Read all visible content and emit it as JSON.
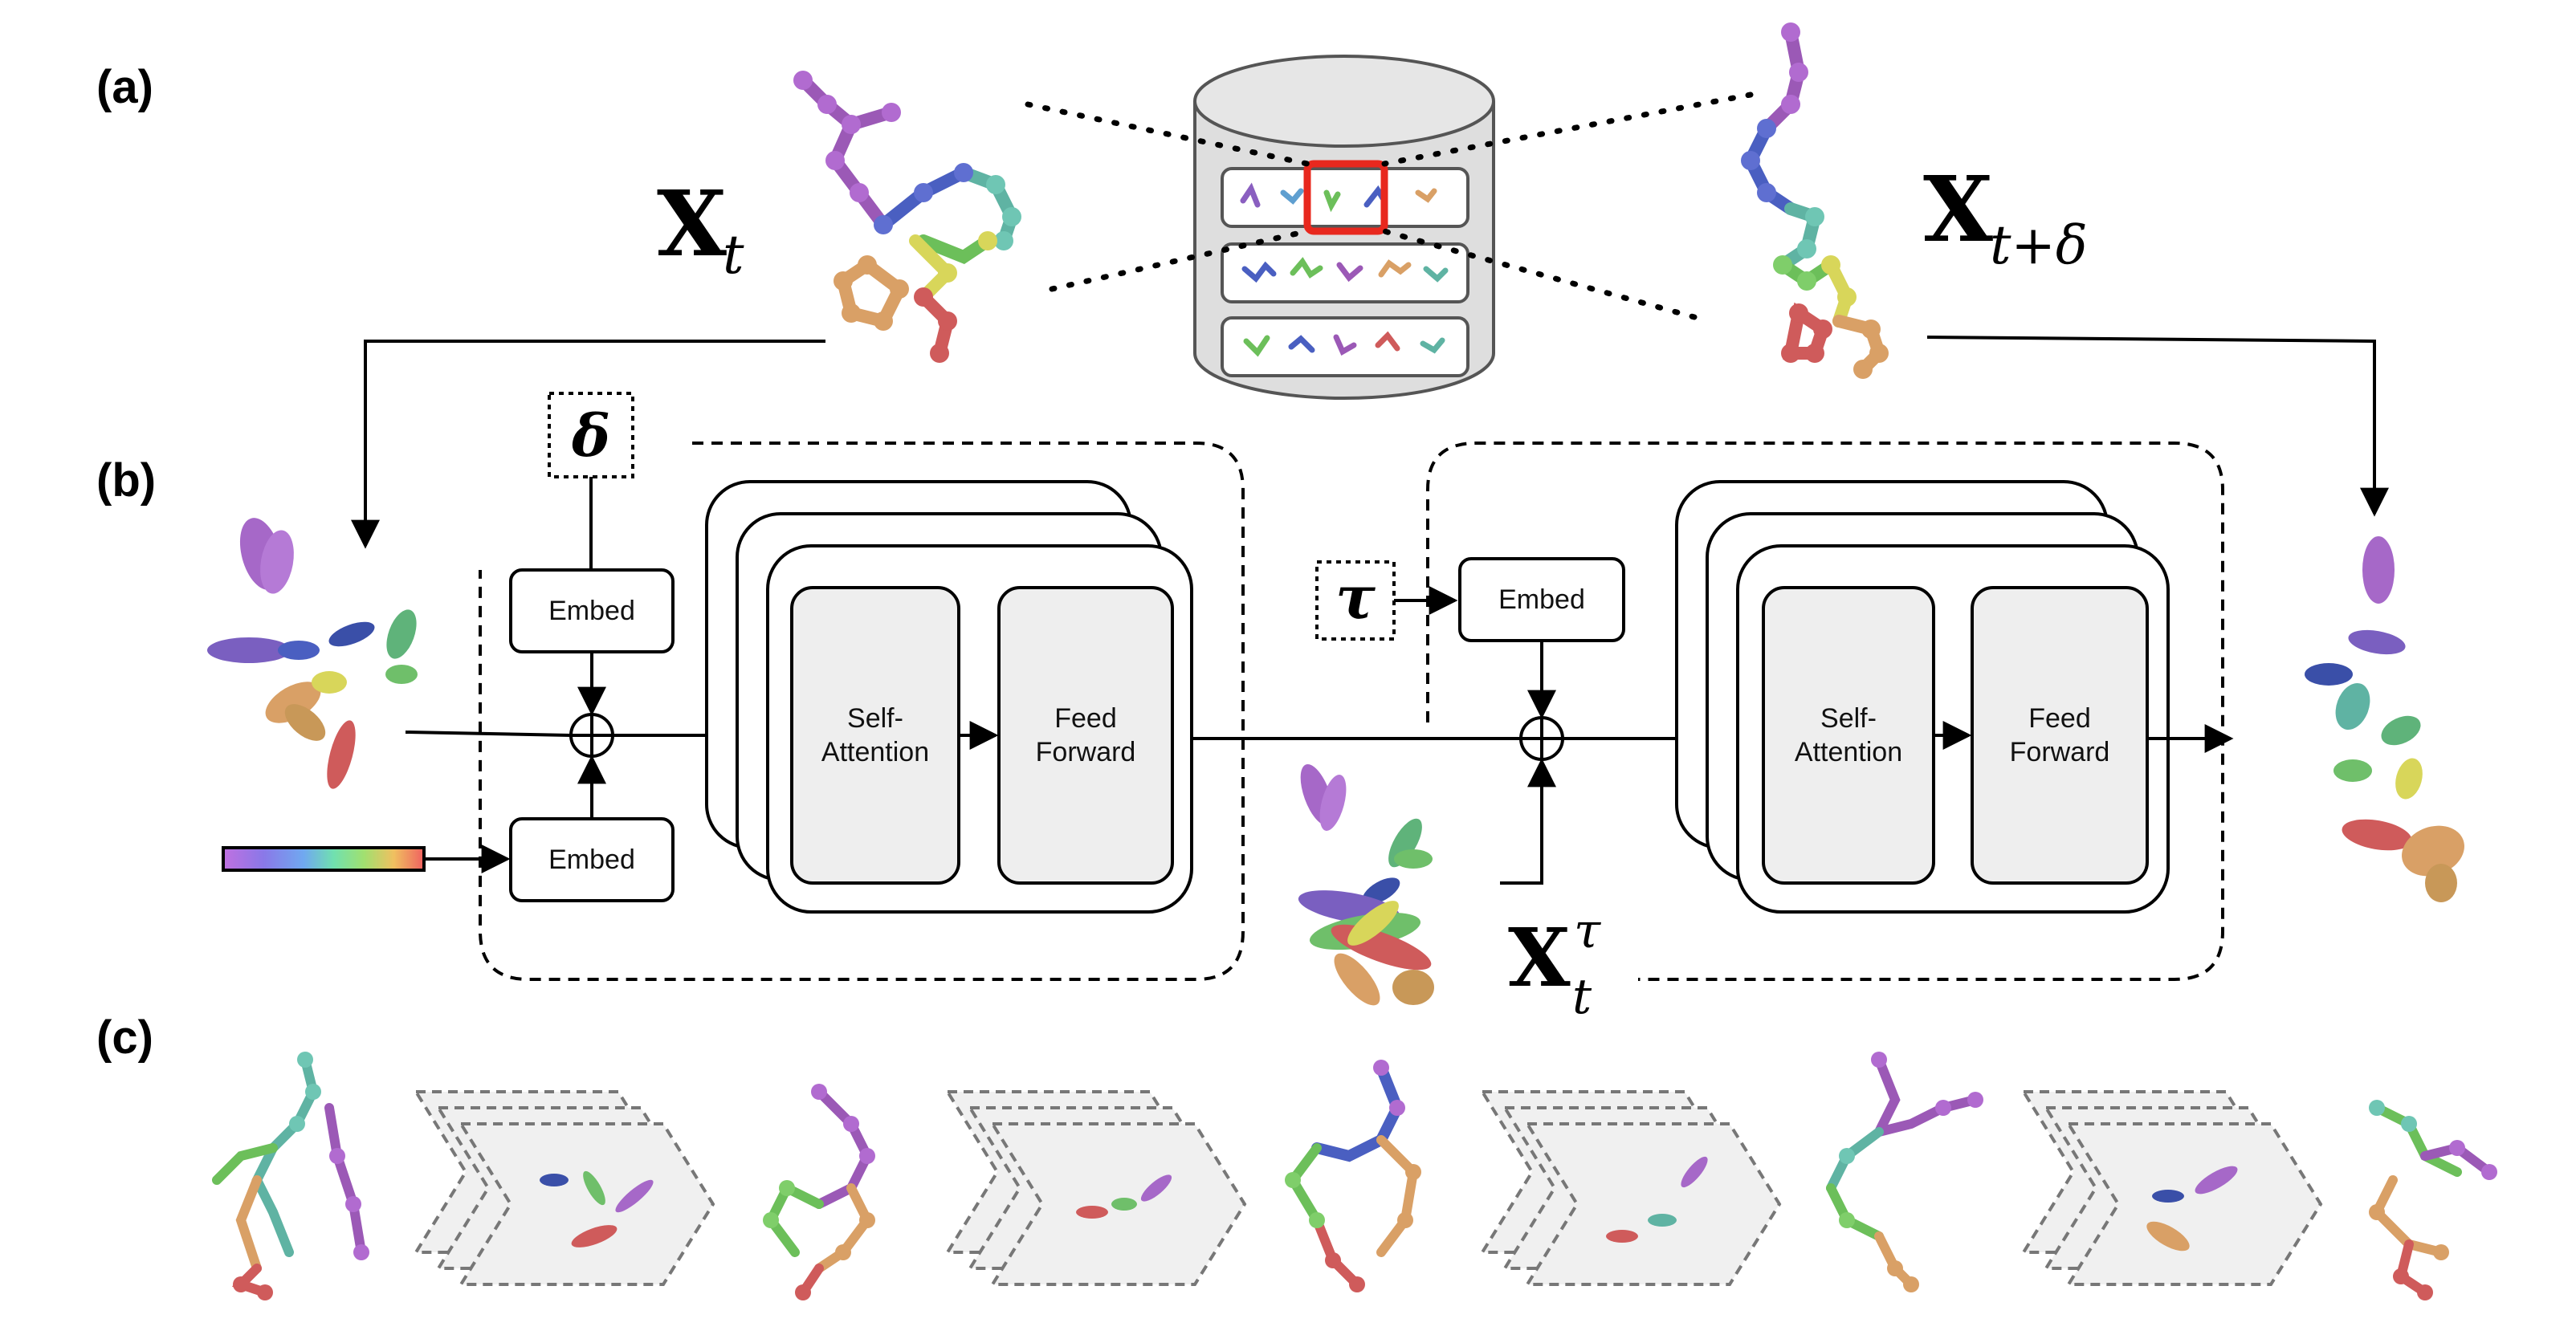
{
  "panels": {
    "a": "(a)",
    "b": "(b)",
    "c": "(c)"
  },
  "symbols": {
    "x_t_base": "X",
    "x_t_sub": "t",
    "x_td_base": "X",
    "x_td_sub": "t+δ",
    "x_tau_base": "X",
    "x_tau_sub": "t",
    "x_tau_sup": "τ",
    "delta": "δ",
    "tau": "τ"
  },
  "encoder": {
    "embed_top": "Embed",
    "embed_bottom": "Embed",
    "self_attention_line1": "Self-",
    "self_attention_line2": "Attention",
    "feed_forward_line1": "Feed",
    "feed_forward_line2": "Forward"
  },
  "decoder": {
    "embed": "Embed",
    "self_attention_line1": "Self-",
    "self_attention_line2": "Attention",
    "feed_forward_line1": "Feed",
    "feed_forward_line2": "Forward"
  },
  "colors": {
    "purple": "#9b59b6",
    "blue": "#4a5fc1",
    "teal": "#5fb3a3",
    "green": "#6cbf5a",
    "yellow": "#d8d65a",
    "orange": "#d9a066",
    "red": "#cf5b5b",
    "highlight": "#e8281e",
    "box_fill": "#eeeeee",
    "database_fill": "#dedede"
  },
  "icons": [
    "molecule-icon",
    "database-icon",
    "sequence-bar-icon",
    "add-icon",
    "chevron-icon"
  ]
}
